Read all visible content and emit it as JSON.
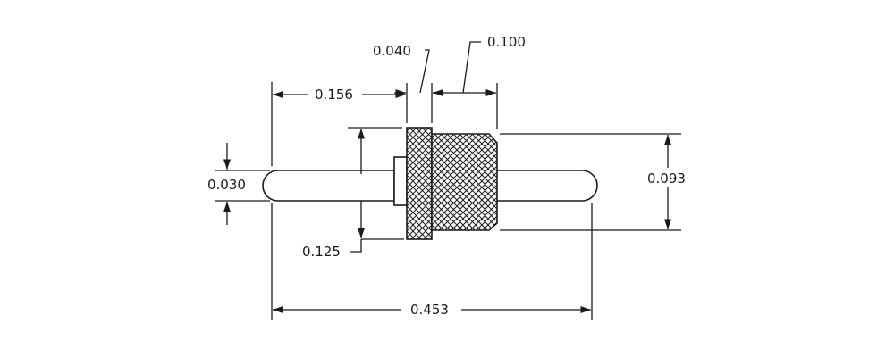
{
  "drawing": {
    "type": "mechanical dimension drawing",
    "subject": "knurled press-fit pin terminal",
    "units": "inch",
    "line_color": "#1a1a1a",
    "background_color": "#ffffff",
    "dimensions": {
      "head_width": "0.040",
      "body_length": "0.100",
      "left_pin_length": "0.156",
      "pin_diameter": "0.030",
      "head_diameter": "0.125",
      "body_diameter": "0.093",
      "overall_length": "0.453"
    }
  }
}
